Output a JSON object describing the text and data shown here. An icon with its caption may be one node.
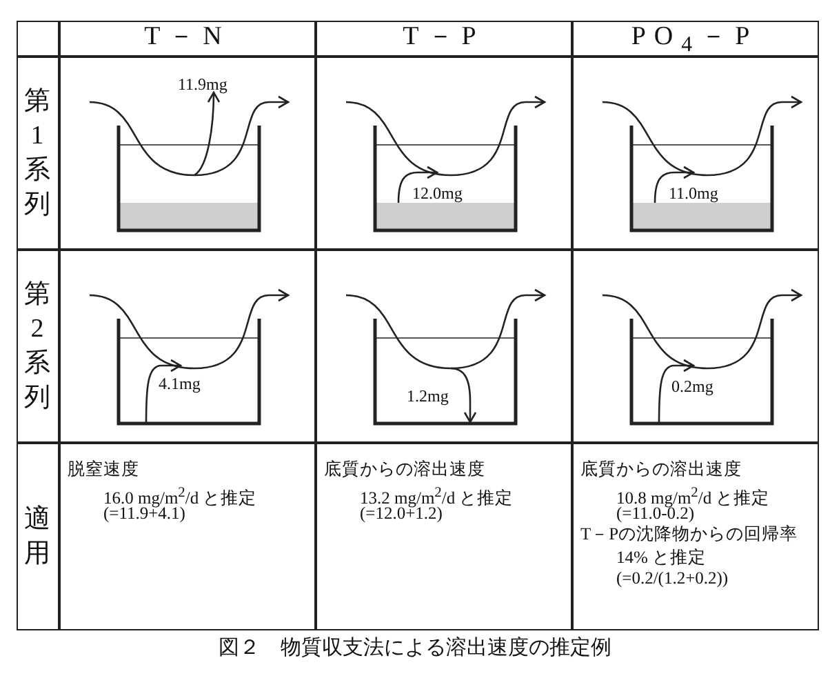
{
  "diagram": {
    "caption": "図２　物質収支法による溶出速度の推定例",
    "labels": [
      "T－N",
      "T－P",
      "PO$_{4}$－P",
      "第1系列",
      "11.9mg",
      "12.0mg",
      "11.0mg",
      "第2系列",
      "4.1mg",
      "1.2mg",
      "0.2mg",
      "適用",
      "脱窒速度",
      "16.0 mg/m$^{2}$/d と推定",
      "(=11.9+4.1)",
      "底質からの溶出速度",
      "13.2 mg/m$^{2}$/d と推定",
      "(=12.0+1.2)",
      "底質からの溶出速度",
      "10.8 mg/m$^{2}$/d と推定",
      "(=11.0-0.2)",
      "T－Pの沈降物からの回帰率",
      "14% と推定",
      "(=0.2/(1.2+0.2))"
    ]
  }
}
